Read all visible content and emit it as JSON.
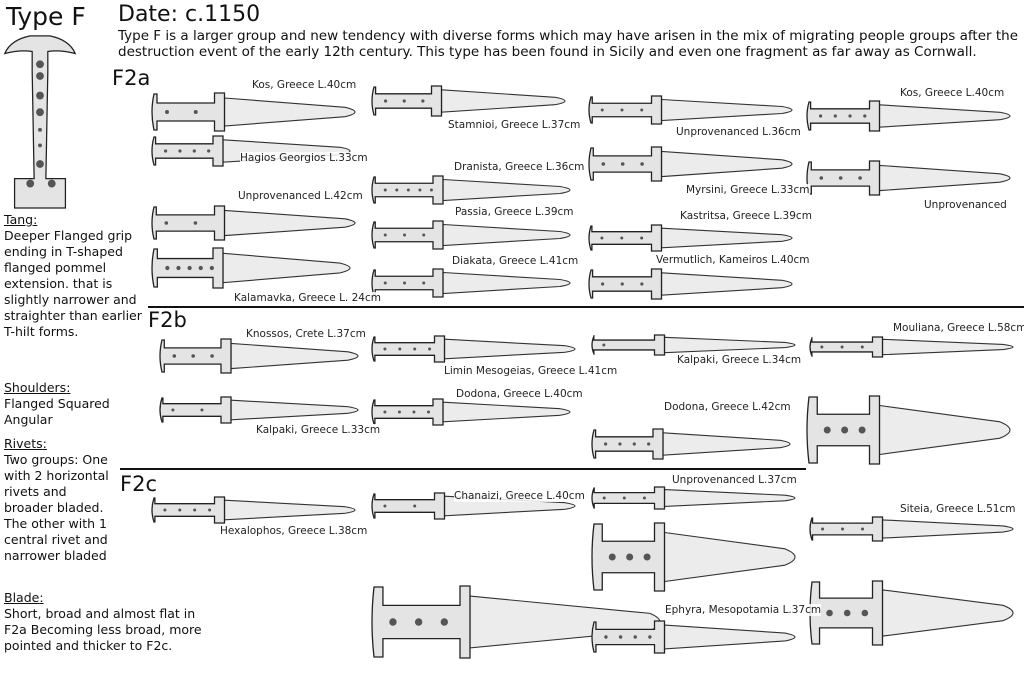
{
  "header": {
    "title": "Type F",
    "date": "Date: c.1150",
    "intro": "Type F is a larger group and new tendency with diverse forms which may have arisen in the mix of migrating people groups after the destruction event of the early 12th century.  This type has been found in Sicily and even one fragment as far away as Cornwall."
  },
  "sidebar": {
    "tang_heading": "Tang",
    "tang_text": "Deeper Flanged grip ending in T-shaped flanged pommel extension. that is slightly narrower and straighter than earlier T-hilt forms.",
    "shoulders_heading": "Shoulders",
    "shoulders_text": "Flanged Squared Angular",
    "rivets_heading": "Rivets",
    "rivets_text": "Two groups: One with 2 horizontal rivets and broader bladed. The other with 1 central rivet and narrower bladed",
    "blade_heading": "Blade",
    "blade_text": "Short, broad and almost flat in F2a Becoming less broad, more pointed and thicker to F2c."
  },
  "sections": {
    "f2a": {
      "label": "F2a",
      "items": [
        "Kos, Greece L.40cm",
        "Hagios Georgios L.33cm",
        "Unprovenanced L.42cm",
        "Kalamavka, Greece L. 24cm",
        "Stamnioi, Greece L.37cm",
        "Dranista, Greece L.36cm",
        "Passia, Greece L.39cm",
        "Diakata, Greece L.41cm",
        "Unprovenanced L.36cm",
        "Myrsini, Greece L.33cm",
        "Kastritsa, Greece L.39cm",
        "Vermutlich, Kameiros L.40cm",
        "Kos, Greece L.40cm",
        "Unprovenanced"
      ]
    },
    "f2b": {
      "label": "F2b",
      "items": [
        "Knossos, Crete L.37cm",
        "Kalpaki, Greece L.33cm",
        "Limin Mesogeias, Greece L.41cm",
        "Dodona, Greece L.40cm",
        "Kalpaki, Greece L.34cm",
        "Dodona, Greece L.42cm",
        "Mouliana, Greece L.58cm"
      ]
    },
    "f2c": {
      "label": "F2c",
      "items": [
        "Hexalophos, Greece L.38cm",
        "Chanaizi, Greece L.40cm",
        "Unprovenanced L.37cm",
        "Ephyra, Mesopotamia L.37cm",
        "Siteia, Greece L.51cm"
      ]
    }
  }
}
